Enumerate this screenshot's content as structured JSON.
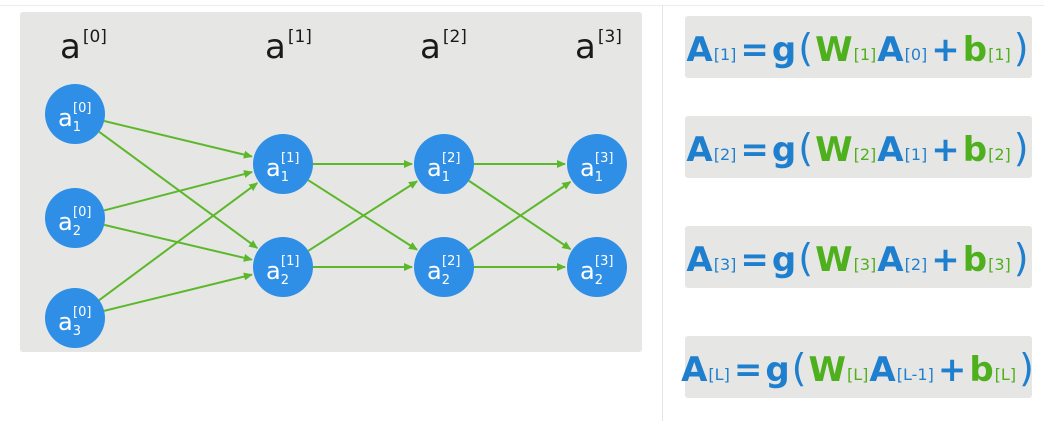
{
  "layers": [
    {
      "base": "a",
      "index": "[0]"
    },
    {
      "base": "a",
      "index": "[1]"
    },
    {
      "base": "a",
      "index": "[2]"
    },
    {
      "base": "a",
      "index": "[3]"
    }
  ],
  "nodes": {
    "layer0": [
      {
        "base": "a",
        "sub": "1",
        "sup": "[0]"
      },
      {
        "base": "a",
        "sub": "2",
        "sup": "[0]"
      },
      {
        "base": "a",
        "sub": "3",
        "sup": "[0]"
      }
    ],
    "layer1": [
      {
        "base": "a",
        "sub": "1",
        "sup": "[1]"
      },
      {
        "base": "a",
        "sub": "2",
        "sup": "[1]"
      }
    ],
    "layer2": [
      {
        "base": "a",
        "sub": "1",
        "sup": "[2]"
      },
      {
        "base": "a",
        "sub": "2",
        "sup": "[2]"
      }
    ],
    "layer3": [
      {
        "base": "a",
        "sub": "1",
        "sup": "[3]"
      },
      {
        "base": "a",
        "sub": "2",
        "sup": "[3]"
      }
    ]
  },
  "equations": [
    {
      "lhs_sup": "[1]",
      "w_sup": "[1]",
      "a_sup": "[0]",
      "b_sup": "[1]"
    },
    {
      "lhs_sup": "[2]",
      "w_sup": "[2]",
      "a_sup": "[1]",
      "b_sup": "[2]"
    },
    {
      "lhs_sup": "[3]",
      "w_sup": "[3]",
      "a_sup": "[2]",
      "b_sup": "[3]"
    },
    {
      "lhs_sup": "[L]",
      "w_sup": "[L]",
      "a_sup": "[L-1]",
      "b_sup": "[L]"
    }
  ],
  "symbols": {
    "A": "A",
    "eq": "=",
    "g": "g",
    "W": "W",
    "b": "b",
    "plus": "+",
    "lparen": "(",
    "rparen": ")"
  },
  "colors": {
    "node": "#2f8fe6",
    "edge": "#5cb82a",
    "blue_text": "#1f7fcf",
    "green_text": "#4fb01e",
    "panel": "#e6e6e4"
  }
}
